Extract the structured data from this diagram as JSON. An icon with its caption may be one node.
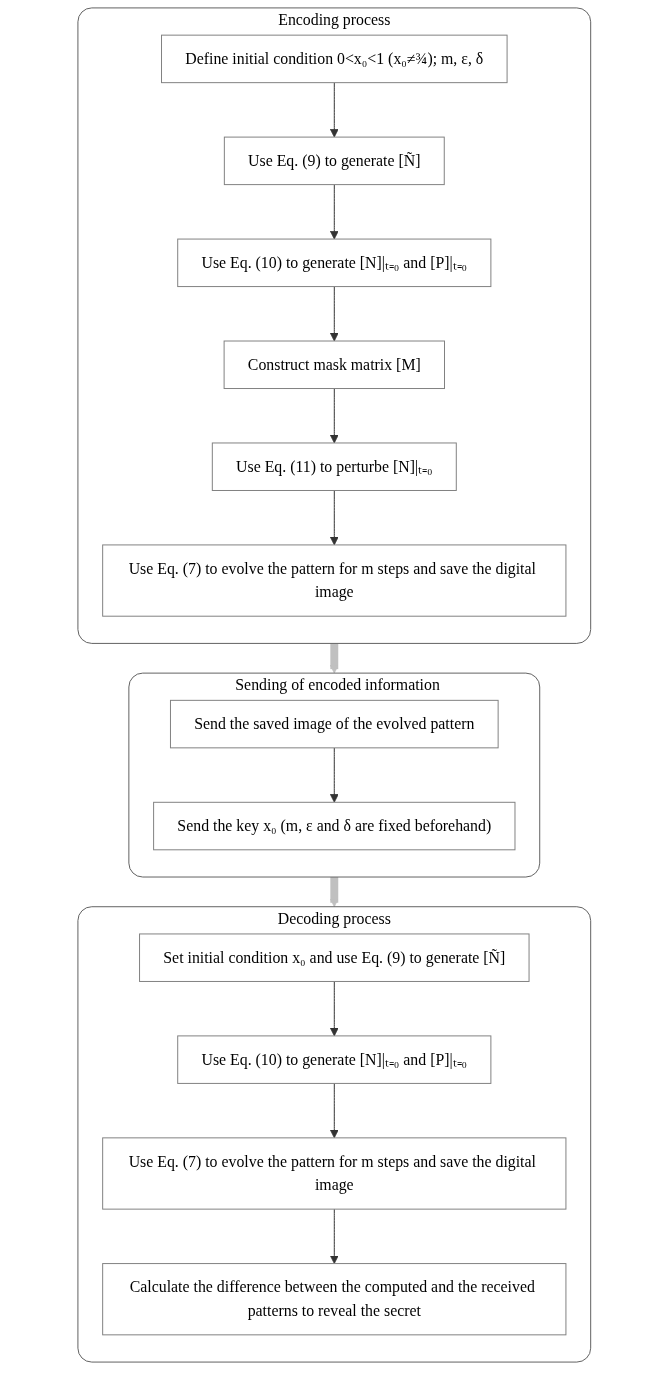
{
  "diagram": {
    "nodes": [
      {
        "text": [
          "Encoding process"
        ]
      },
      {
        "text": [
          "Define initial condition 0<x₀<1 (x₀≠¾); m, ε, δ"
        ],
        "in": 0
      },
      {
        "text": [
          "Use Eq. (9) to generate [Ñ]"
        ],
        "in": 0
      },
      {
        "text": [
          "Use Eq. (10) to generate [N]|ₜ₌₀ and [P]|ₜ₌₀"
        ],
        "in": 0
      },
      {
        "text": [
          "Construct mask matrix [M]"
        ],
        "in": 0
      },
      {
        "text": [
          "Use Eq. (11) to perturbe [N]|ₜ₌₀"
        ],
        "in": 0
      },
      {
        "text": [
          "Use Eq. (7) to evolve the pattern for m steps and save the digital image"
        ],
        "in": 0
      },
      {
        "text": [
          "Sending of encoded information"
        ]
      },
      {
        "text": [
          "Send the saved image of the evolved pattern"
        ],
        "in": 7
      },
      {
        "text": [
          "Send the key x₀ (m, ε and δ are fixed beforehand)"
        ],
        "in": 7
      },
      {
        "text": [
          "Decoding process"
        ]
      },
      {
        "text": [
          "Set initial condition x₀ and use Eq. (9) to generate [Ñ]"
        ],
        "in": 10
      },
      {
        "text": [
          "Use Eq. (10) to generate [N]|ₜ₌₀ and [P]|ₜ₌₀"
        ],
        "in": 10
      },
      {
        "text": [
          "Use Eq. (7) to evolve the pattern for m steps and save the digital image"
        ],
        "in": 10
      },
      {
        "text": [
          "Calculate the difference between the computed and the received patterns to reveal the secret"
        ],
        "in": 10
      }
    ],
    "edges": [
      {
        "from": 1,
        "to": 2,
        "arrow": "to"
      },
      {
        "from": 2,
        "to": 3,
        "arrow": "to"
      },
      {
        "from": 3,
        "to": 4,
        "arrow": "to"
      },
      {
        "from": 4,
        "to": 5,
        "arrow": "to"
      },
      {
        "from": 5,
        "to": 6,
        "arrow": "to"
      },
      {
        "from": 0,
        "to": 7,
        "arrow": "to",
        "style": "thick",
        "color": "#c0c0c0"
      },
      {
        "from": 8,
        "to": 9,
        "arrow": "to"
      },
      {
        "from": 7,
        "to": 10,
        "arrow": "to",
        "style": "thick",
        "color": "#c0c0c0"
      },
      {
        "from": 11,
        "to": 12,
        "arrow": "to"
      },
      {
        "from": 12,
        "to": 13,
        "arrow": "to"
      },
      {
        "from": 13,
        "to": 14,
        "arrow": "to"
      }
    ]
  }
}
